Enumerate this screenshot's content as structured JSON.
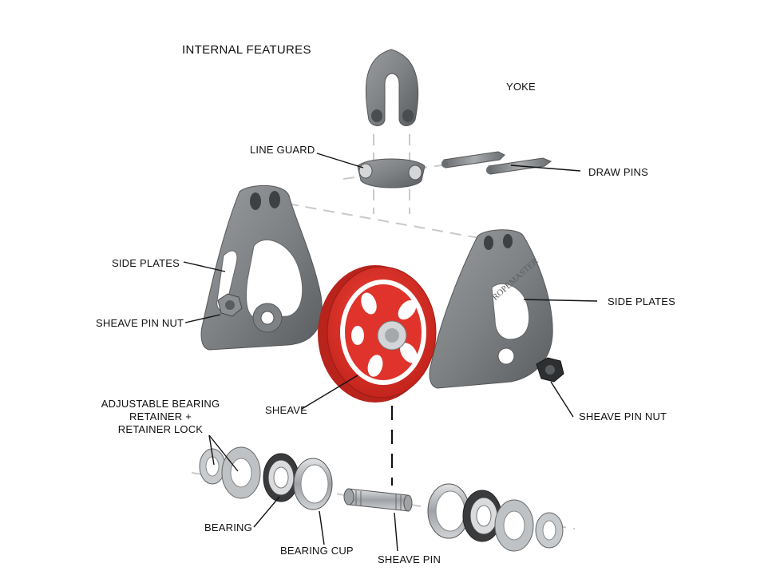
{
  "diagram": {
    "title": "INTERNAL FEATURES",
    "labels": {
      "yoke": "YOKE",
      "line_guard": "LINE GUARD",
      "draw_pins": "DRAW PINS",
      "side_plates_left": "SIDE PLATES",
      "side_plates_right": "SIDE PLATES",
      "sheave_pin_nut_left": "SHEAVE PIN NUT",
      "sheave_pin_nut_right": "SHEAVE PIN NUT",
      "sheave": "SHEAVE",
      "bearing_retainer_line1": "ADJUSTABLE BEARING",
      "bearing_retainer_line2": "RETAINER +",
      "bearing_retainer_line3": "RETAINER LOCK",
      "bearing": "BEARING",
      "bearing_cup": "BEARING CUP",
      "sheave_pin": "SHEAVE PIN"
    },
    "plate_engraving": "ROPEMASTER",
    "colors": {
      "casting_gray": "#8a8c8e",
      "casting_dark": "#5d6063",
      "sheave_red": "#e0332b",
      "sheave_red_dark": "#a81e18",
      "steel": "#b9bcbf",
      "leader_line": "#111111",
      "dashed_guide": "#c8c8c8"
    }
  }
}
